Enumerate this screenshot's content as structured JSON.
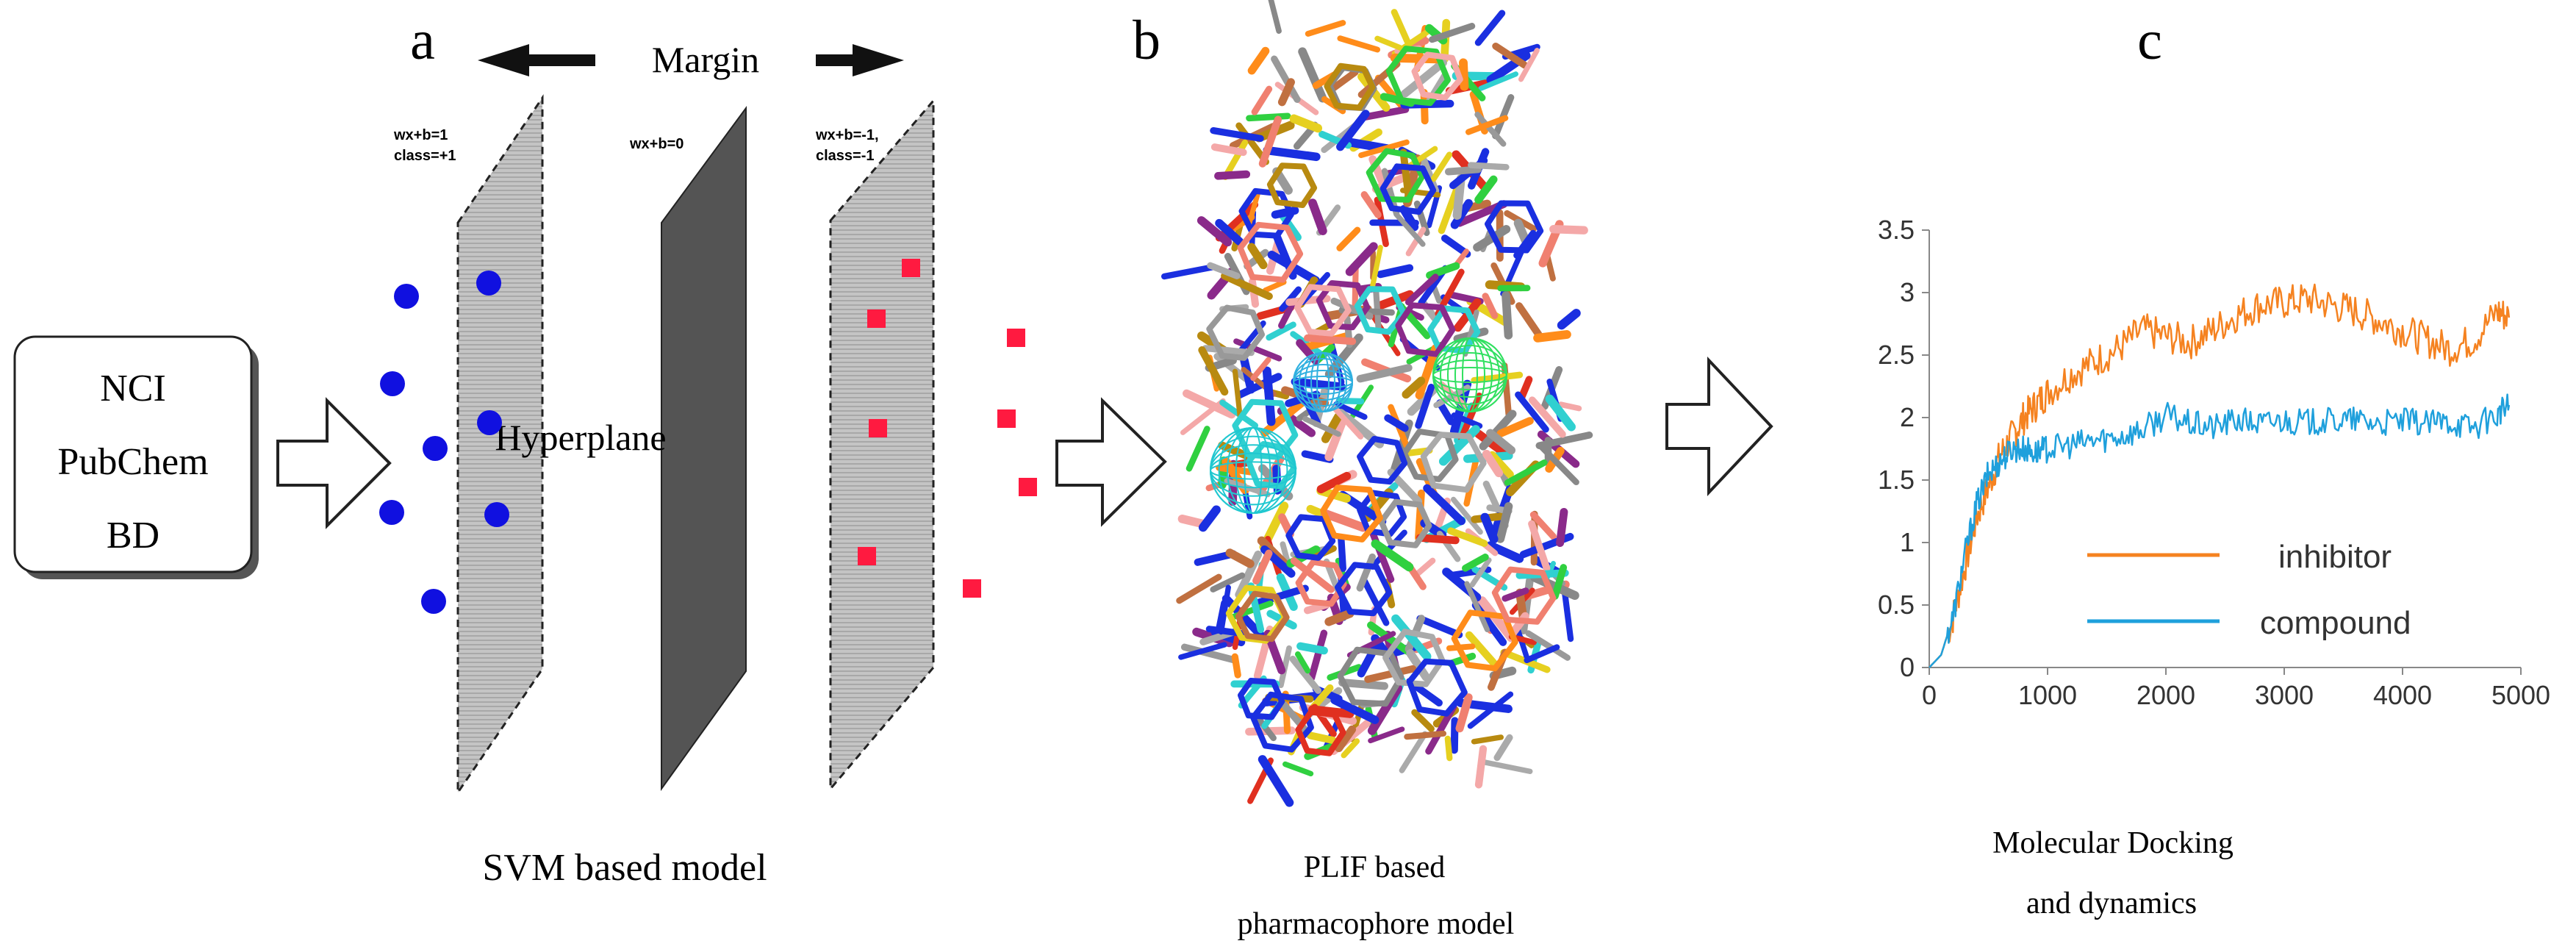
{
  "panel_labels": {
    "a": "a",
    "b": "b",
    "c": "c"
  },
  "sources": [
    "NCI",
    "PubChem",
    "BD"
  ],
  "svm": {
    "margin_label": "Margin",
    "hyperplane_label": "Hyperplane",
    "plane_left_line1": "wx+b=1",
    "plane_left_line2": "class=+1",
    "plane_middle": "wx+b=0",
    "plane_right_line1": "wx+b=-1,",
    "plane_right_line2": "class=-1",
    "caption": "SVM based model",
    "colors": {
      "class_pos": "#1010e0",
      "class_neg": "#ff1a40",
      "hyperplane": "#555555",
      "margin_plane": "#b8b8b8"
    }
  },
  "plif": {
    "caption_line1": "PLIF based",
    "caption_line2": "pharmacophore model"
  },
  "md": {
    "caption_line1": "Molecular Docking",
    "caption_line2": "and dynamics"
  },
  "chart_data": {
    "type": "line",
    "title": "",
    "xlabel": "",
    "ylabel": "",
    "xlim": [
      0,
      5000
    ],
    "ylim": [
      0,
      3.5
    ],
    "x_ticks": [
      "0",
      "1000",
      "2000",
      "3000",
      "4000",
      "5000"
    ],
    "y_ticks": [
      "0",
      "0.5",
      "1",
      "1.5",
      "2",
      "2.5",
      "3",
      "3.5"
    ],
    "legend_position": "bottom-center",
    "grid": false,
    "series": [
      {
        "name": "inhibitor",
        "color": "#f58220",
        "points": [
          [
            0,
            0
          ],
          [
            100,
            0.1
          ],
          [
            200,
            0.4
          ],
          [
            300,
            0.8
          ],
          [
            400,
            1.2
          ],
          [
            500,
            1.45
          ],
          [
            600,
            1.7
          ],
          [
            700,
            1.85
          ],
          [
            800,
            2.0
          ],
          [
            900,
            2.1
          ],
          [
            1000,
            2.2
          ],
          [
            1200,
            2.35
          ],
          [
            1400,
            2.45
          ],
          [
            1600,
            2.55
          ],
          [
            1800,
            2.7
          ],
          [
            2000,
            2.65
          ],
          [
            2200,
            2.6
          ],
          [
            2400,
            2.7
          ],
          [
            2600,
            2.82
          ],
          [
            2800,
            2.9
          ],
          [
            3000,
            2.92
          ],
          [
            3200,
            2.95
          ],
          [
            3400,
            2.9
          ],
          [
            3600,
            2.85
          ],
          [
            3800,
            2.78
          ],
          [
            4000,
            2.7
          ],
          [
            4200,
            2.62
          ],
          [
            4400,
            2.55
          ],
          [
            4600,
            2.62
          ],
          [
            4800,
            2.85
          ],
          [
            4900,
            2.8
          ]
        ]
      },
      {
        "name": "compound",
        "color": "#1fa0dc",
        "points": [
          [
            0,
            0
          ],
          [
            100,
            0.1
          ],
          [
            200,
            0.4
          ],
          [
            300,
            0.9
          ],
          [
            400,
            1.3
          ],
          [
            500,
            1.55
          ],
          [
            600,
            1.65
          ],
          [
            700,
            1.75
          ],
          [
            800,
            1.75
          ],
          [
            900,
            1.72
          ],
          [
            1000,
            1.75
          ],
          [
            1200,
            1.78
          ],
          [
            1400,
            1.82
          ],
          [
            1600,
            1.85
          ],
          [
            1800,
            1.9
          ],
          [
            2000,
            2.02
          ],
          [
            2200,
            1.95
          ],
          [
            2400,
            1.92
          ],
          [
            2600,
            1.98
          ],
          [
            2800,
            1.95
          ],
          [
            3000,
            1.98
          ],
          [
            3200,
            1.96
          ],
          [
            3400,
            1.97
          ],
          [
            3600,
            1.98
          ],
          [
            3800,
            1.95
          ],
          [
            4000,
            1.97
          ],
          [
            4200,
            1.95
          ],
          [
            4400,
            1.97
          ],
          [
            4600,
            1.92
          ],
          [
            4800,
            2.02
          ],
          [
            4900,
            2.1
          ]
        ]
      }
    ]
  }
}
